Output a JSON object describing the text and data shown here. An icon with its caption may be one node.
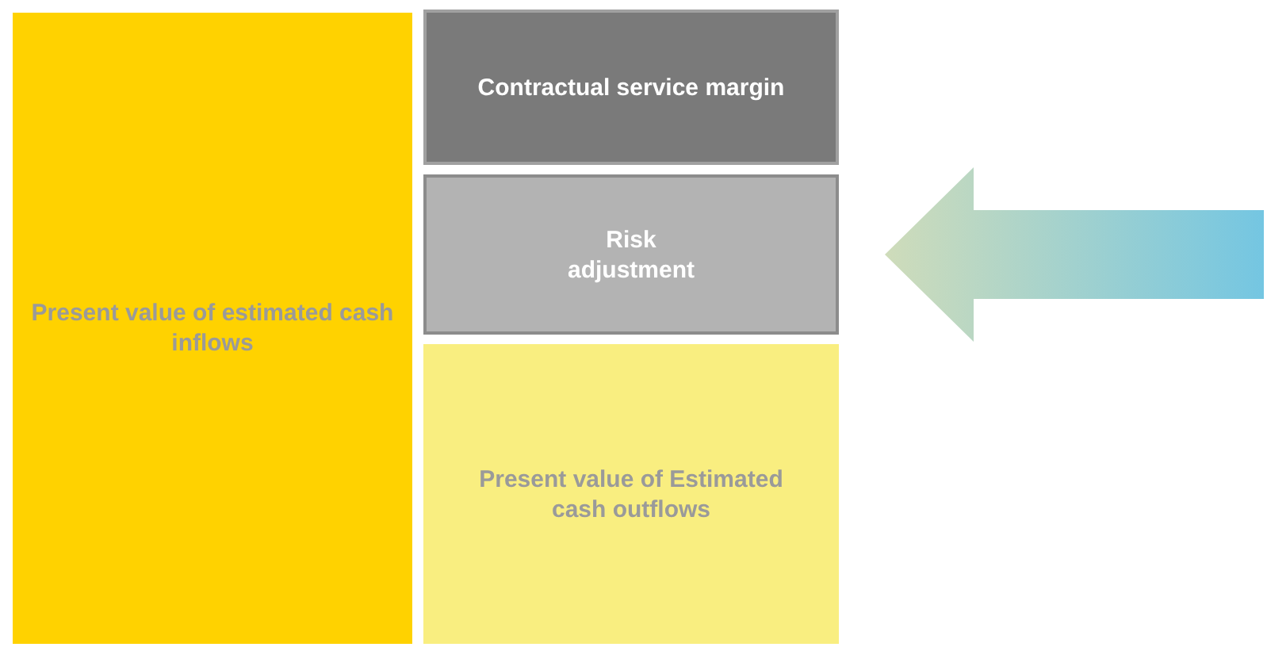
{
  "diagram": {
    "nodes": [
      {
        "text": [
          "Present value of estimated cash inflows"
        ]
      },
      {
        "text": [
          "Contractual service margin"
        ]
      },
      {
        "text": [
          "Risk adjustment"
        ]
      },
      {
        "text": [
          "Present value of Estimated cash outflows"
        ]
      }
    ],
    "edges": [
      {
        "from": null,
        "to": 2,
        "arrow": "to",
        "style": "thick"
      }
    ]
  }
}
